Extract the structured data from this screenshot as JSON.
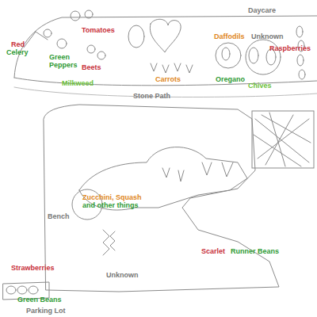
{
  "diagram": {
    "nodes": [
      {
        "text": [
          "Tomatoes",
          "Red",
          "Celery",
          "Green Peppers",
          "Beets",
          "Milkweed",
          "Carrots",
          "Daffodils",
          "Unknown",
          "Oregano",
          "Chives",
          "Raspberries"
        ]
      },
      {
        "text": [
          "Scarlet",
          "Runner Beans",
          "Unknown"
        ]
      },
      {
        "text": [
          "Zucchini, Squash",
          "and other things"
        ],
        "in": 1
      }
    ],
    "labels": [
      "Daycare",
      "Stone Path",
      "Bench",
      "Strawberries",
      "Green Beans",
      "Parking Lot"
    ]
  }
}
